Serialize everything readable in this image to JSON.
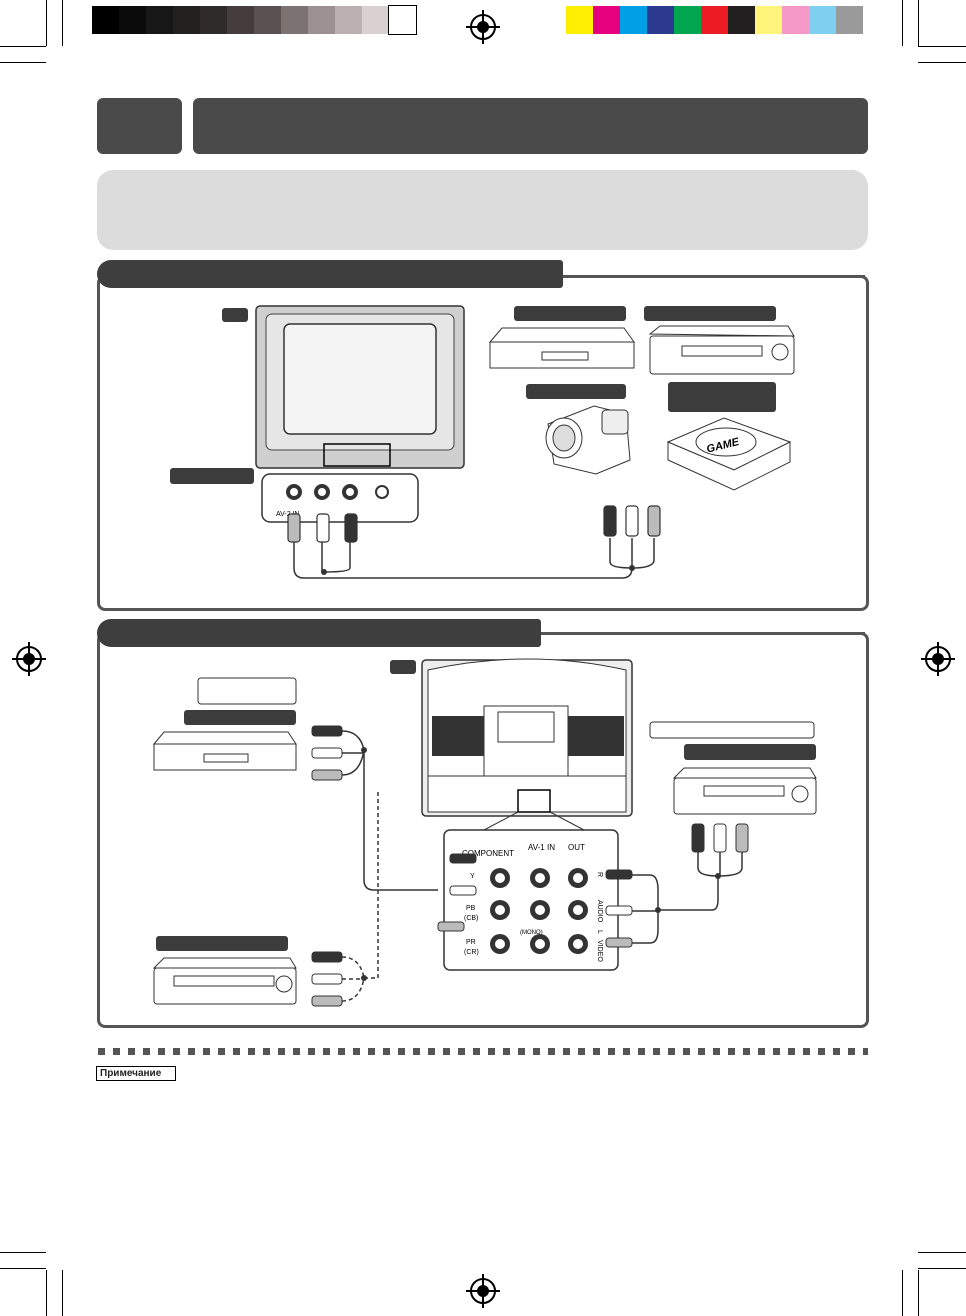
{
  "color_bar_left": [
    "#000000",
    "#0b0b0b",
    "#171717",
    "#232020",
    "#2f2b2b",
    "#453d3d",
    "#5a5252",
    "#7d7272",
    "#9c9090",
    "#bcb0b0",
    "#d9d0d0",
    "#ffffff"
  ],
  "color_bar_right": [
    "#ffef00",
    "#e6007e",
    "#00a0e6",
    "#2c3a90",
    "#00a650",
    "#ec1c24",
    "#231f20",
    "#fff57a",
    "#f59ac8",
    "#7dd0f0",
    "#9a9a9a"
  ],
  "section_labels": {
    "sample_av_terminals": "AV-2 IN",
    "av1": {
      "component": "COMPONENT",
      "av1_in": "AV-1 IN",
      "out": "OUT",
      "y": "Y",
      "pb": "PB",
      "pb_sub": "(CB)",
      "pr": "PR",
      "pr_sub": "(CR)",
      "audio": "AUDIO",
      "r": "R",
      "l": "L",
      "video": "VIDEO",
      "mono": "(MONO)"
    },
    "game": "GAME"
  },
  "note_label": "Примечание"
}
